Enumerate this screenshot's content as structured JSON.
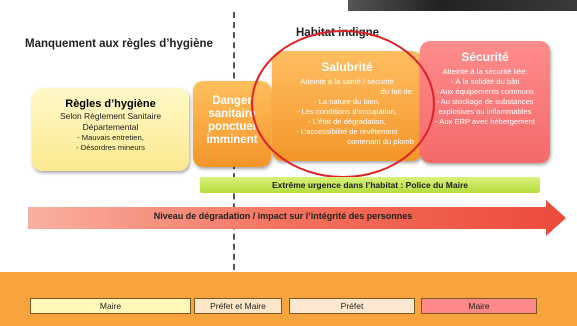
{
  "header": {
    "left_title": "Manquement aux règles d’hygiène",
    "right_title": "Habitat indigne"
  },
  "boxes": {
    "hygiene": {
      "title_1": "Règles d’hygiène",
      "title_2": "Selon Règlement Sanitaire",
      "title_3": "Départemental",
      "items": [
        "- Mauvais entretien,",
        "- Désordres mineurs"
      ]
    },
    "danger": {
      "lines": [
        "Danger",
        "sanitaire",
        "ponctuel",
        "imminent"
      ]
    },
    "salubrite": {
      "title": "Salubrité",
      "lines": [
        "Atteinte à la santé / sécurité",
        "du fait de:",
        "-    La nature du bien,",
        "-  Les conditions d’occupation,",
        "-      L’état de dégradation,",
        "-  L’accessibilité de revêtement",
        "contenant du plomb"
      ]
    },
    "securite": {
      "title": "Sécurité",
      "lines": [
        "Atteinte à la sécurité liée:",
        "- À la solidité du bâti",
        "- Aux équipements communs",
        "- Au stockage de substances",
        "explosives ou inflammables",
        "- Aux ERP avec hébergement"
      ]
    }
  },
  "urgence_bar": "Extrême urgence dans l’habitat : Police du Maire",
  "degradation_arrow": "Niveau de dégradation / impact sur l’intégrité des personnes",
  "legend": [
    "Maire",
    "Préfet et Maire",
    "Préfet",
    "Maire"
  ],
  "colors": {
    "hygiene": "#fbe98f",
    "danger_salubrite": "#f3962a",
    "securite": "#f46a6a",
    "highlight_circle": "#e0222a",
    "urgence": "#b7dc3e",
    "arrow": "#f05a4a"
  }
}
